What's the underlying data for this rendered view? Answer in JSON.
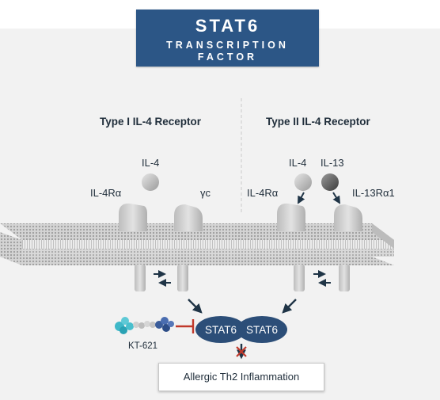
{
  "title": {
    "main": "STAT6",
    "line1": "TRANSCRIPTION",
    "line2": "FACTOR"
  },
  "receptor_type1": {
    "heading": "Type I IL-4 Receptor",
    "ligand": "IL-4",
    "chain_left": "IL-4Rα",
    "chain_right": "γc"
  },
  "receptor_type2": {
    "heading": "Type II IL-4 Receptor",
    "ligand_left": "IL-4",
    "ligand_right": "IL-13",
    "chain_left": "IL-4Rα",
    "chain_right": "IL-13Rα1"
  },
  "stat": {
    "left": "STAT6",
    "right": "STAT6"
  },
  "inhibitor": {
    "name": "KT-621"
  },
  "outcome": {
    "label": "Allergic Th2 Inflammation"
  },
  "colors": {
    "title_bg": "#2c5686",
    "stat_blue": "#2c4e78",
    "arrow": "#1f3446",
    "inhibition": "#c0392b",
    "membrane": "#cfcfcf"
  }
}
